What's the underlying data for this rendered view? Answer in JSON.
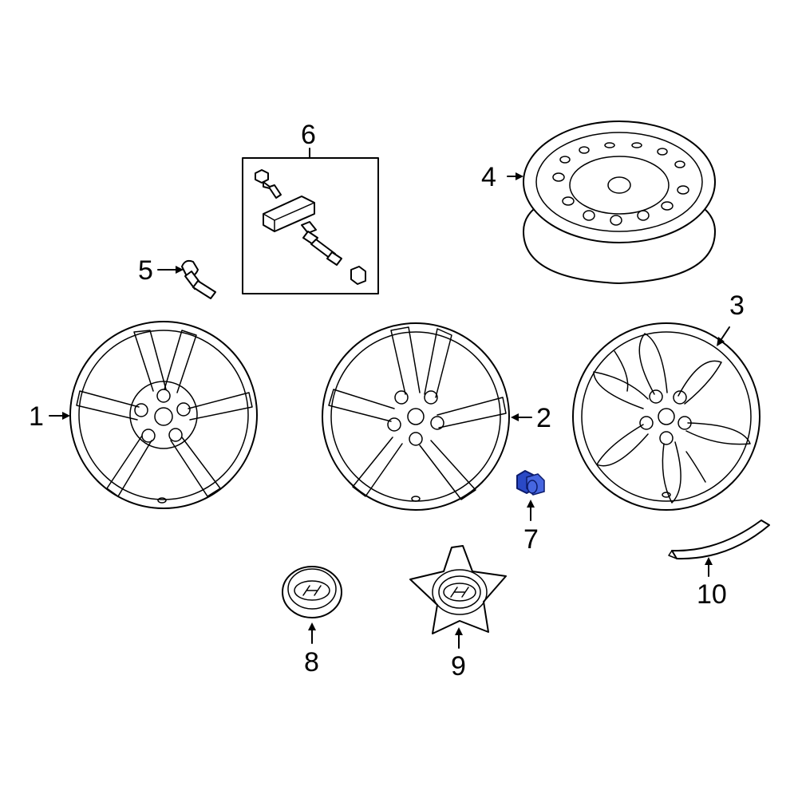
{
  "diagram": {
    "callouts": [
      {
        "id": "1",
        "text": "1",
        "part": "wheel-style-a"
      },
      {
        "id": "2",
        "text": "2",
        "part": "wheel-style-b"
      },
      {
        "id": "3",
        "text": "3",
        "part": "wheel-style-c"
      },
      {
        "id": "4",
        "text": "4",
        "part": "spare-steel-wheel"
      },
      {
        "id": "5",
        "text": "5",
        "part": "valve-stem"
      },
      {
        "id": "6",
        "text": "6",
        "part": "tpms-sensor-kit"
      },
      {
        "id": "7",
        "text": "7",
        "part": "lug-nut"
      },
      {
        "id": "8",
        "text": "8",
        "part": "center-cap-round"
      },
      {
        "id": "9",
        "text": "9",
        "part": "center-cap-star"
      },
      {
        "id": "10",
        "text": "10",
        "part": "trim-molding"
      }
    ],
    "highlighted_part": "7",
    "colors": {
      "line": "#000000",
      "background": "#ffffff",
      "highlight": "#2a49c6"
    }
  }
}
